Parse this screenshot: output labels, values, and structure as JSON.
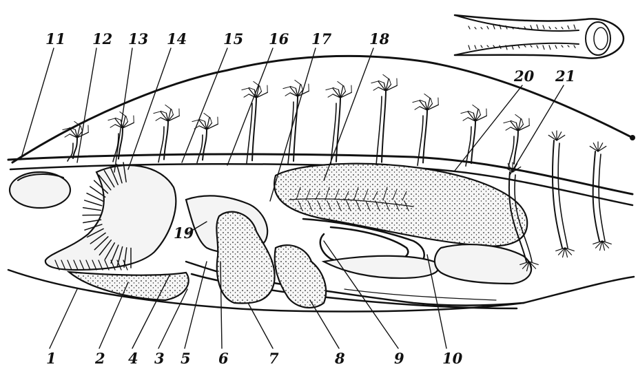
{
  "figure": {
    "labels_bottom": [
      "1",
      "2",
      "4",
      "3",
      "5",
      "6",
      "7",
      "8",
      "9",
      "10"
    ],
    "labels_top": [
      "11",
      "12",
      "13",
      "14",
      "15",
      "16",
      "17",
      "18",
      "20",
      "21"
    ],
    "label_side": "19"
  }
}
